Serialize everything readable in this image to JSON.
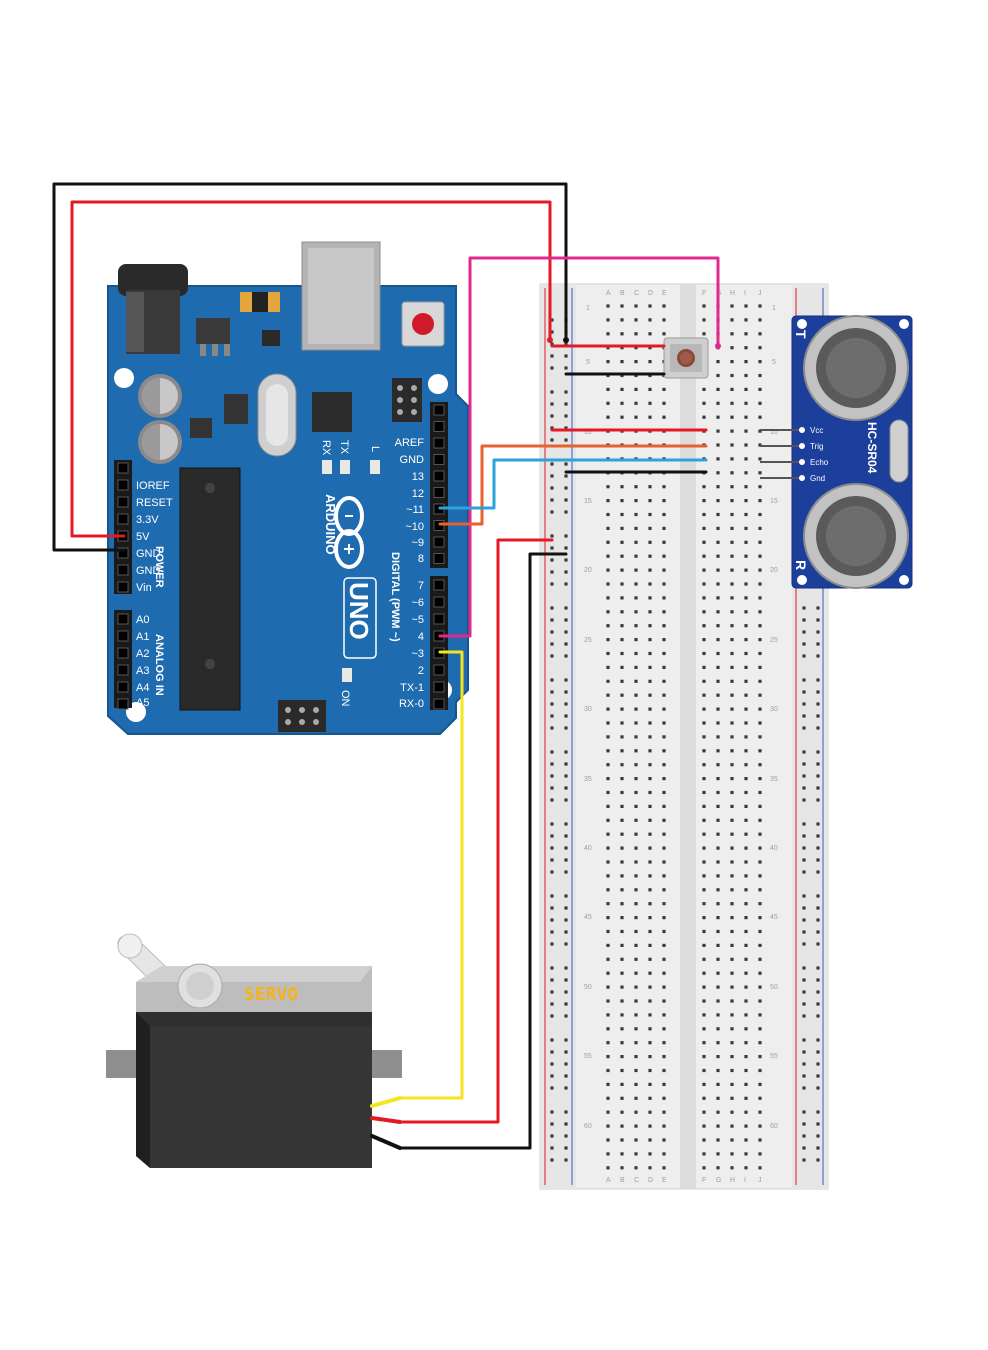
{
  "arduino": {
    "brand": "ARDUINO",
    "model": "UNO",
    "digital_header": "DIGITAL (PWM ~)",
    "power_header": "POWER",
    "analog_header": "ANALOG IN",
    "led_labels": [
      "RX",
      "TX",
      "L"
    ],
    "on_label": "ON",
    "power_pins": [
      "IOREF",
      "RESET",
      "3.3V",
      "5V",
      "GND",
      "GND",
      "Vin"
    ],
    "analog_pins": [
      "A0",
      "A1",
      "A2",
      "A3",
      "A4",
      "A5"
    ],
    "digital_pins_top": [
      "AREF",
      "GND",
      "13",
      "12",
      "~11",
      "~10",
      "~9",
      "8"
    ],
    "digital_pins_bottom": [
      "7",
      "~6",
      "~5",
      "4",
      "~3",
      "2",
      "TX-1",
      "RX-0"
    ]
  },
  "breadboard": {
    "column_letters_left": [
      "A",
      "B",
      "C",
      "D",
      "E"
    ],
    "column_letters_right": [
      "F",
      "G",
      "H",
      "I",
      "J"
    ],
    "row_numbers": [
      "1",
      "5",
      "10",
      "15",
      "20",
      "25",
      "30",
      "35",
      "40",
      "45",
      "50",
      "55",
      "60"
    ]
  },
  "sensor": {
    "model": "HC-SR04",
    "pins": [
      "Vcc",
      "Trig",
      "Echo",
      "Gnd"
    ],
    "side_t": "T",
    "side_r": "R"
  },
  "servo": {
    "label": "SERVO"
  },
  "colors": {
    "board": "#1f6bb0",
    "wire_red": "#e01b24",
    "wire_black": "#111111",
    "wire_pink": "#e0288f",
    "wire_orange": "#e8602c",
    "wire_blue": "#2ba3db",
    "wire_yellow": "#f5e51d",
    "servo_label": "#f6b21b"
  }
}
